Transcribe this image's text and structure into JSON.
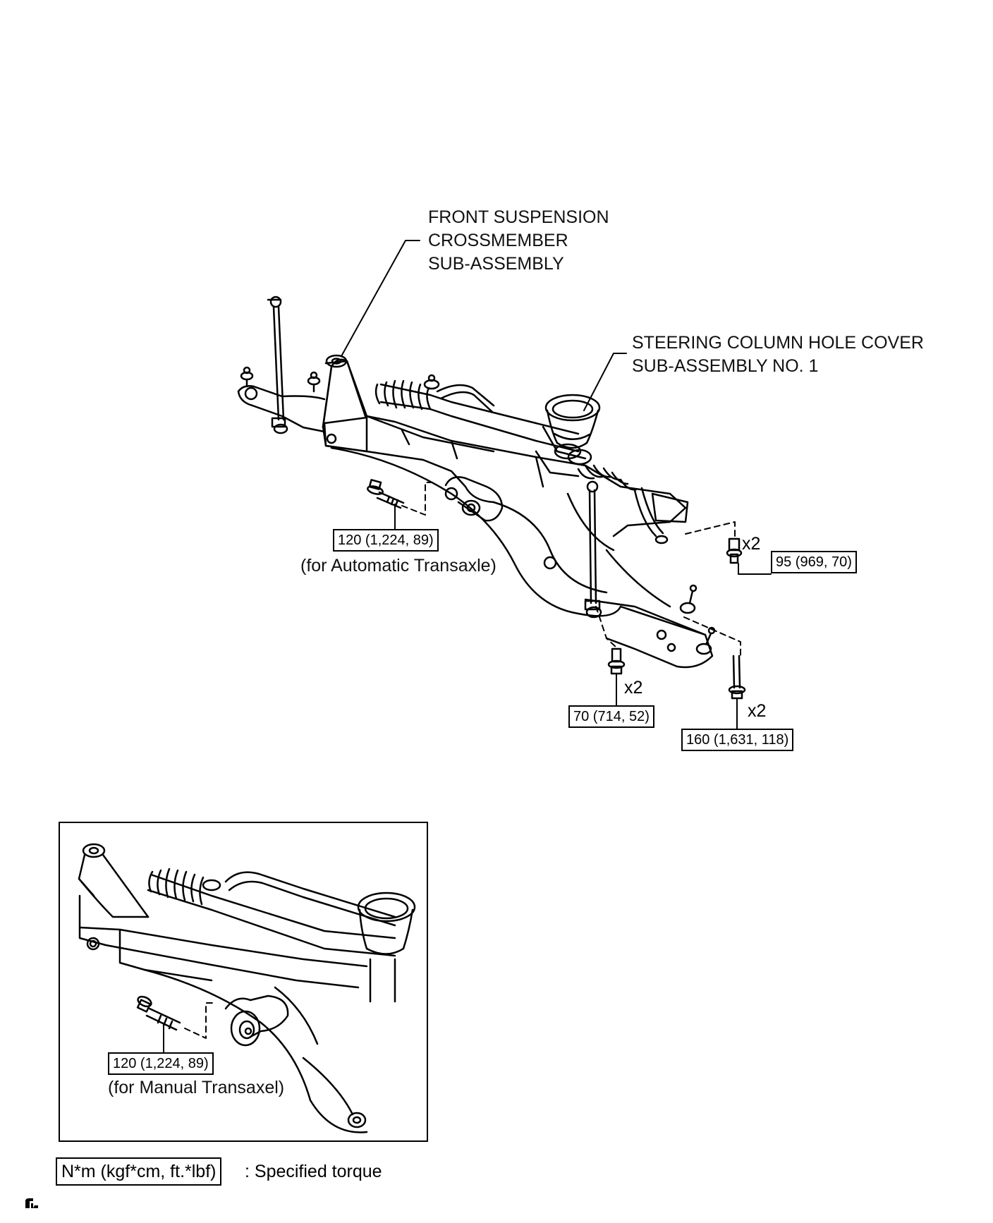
{
  "labels": {
    "crossmember": [
      "FRONT SUSPENSION",
      "CROSSMEMBER",
      "SUB-ASSEMBLY"
    ],
    "column_cover": [
      "STEERING COLUMN HOLE COVER",
      "SUB-ASSEMBLY NO. 1"
    ],
    "for_automatic": "(for Automatic Transaxle)",
    "for_manual": "(for Manual Transaxel)"
  },
  "torques": {
    "automatic_bolt": "120 (1,224, 89)",
    "rear_upper_bolt": "95 (969, 70)",
    "lower_bolt_front": "70 (714, 52)",
    "lower_bolt_rear": "160 (1,631, 118)",
    "manual_bolt": "120 (1,224, 89)"
  },
  "multipliers": {
    "rear_upper": "x2",
    "lower_front": "x2",
    "lower_rear": "x2"
  },
  "legend": {
    "unit_box": "N*m (kgf*cm, ft.*lbf)",
    "text": ": Specified torque"
  },
  "icons": {
    "corner": "page-marker-icon"
  }
}
